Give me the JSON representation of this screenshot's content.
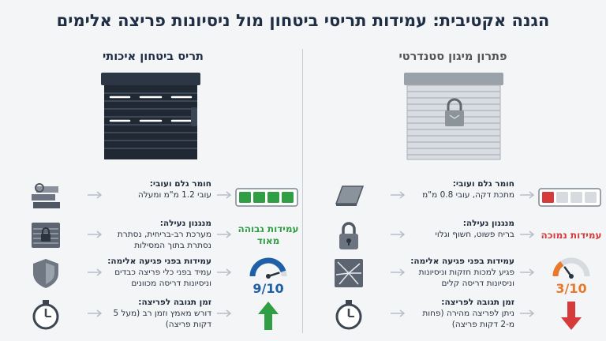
{
  "title": "הגנה אקטיבית: עמידות תריסי ביטחון מול ניסיונות פריצה אלימים",
  "left": {
    "heading": "תריס ביטחון איכותי",
    "rows": [
      {
        "label": "חומר גלם ועובי:",
        "detail": "עובי 1.2 מ\"מ ומעלה",
        "icon": "steel-beams-icon",
        "metric_type": "thickness-bar",
        "filled_segments": 4,
        "total_segments": 4,
        "metric_color": "#2f9e44"
      },
      {
        "label": "מנגנון נעילה:",
        "detail": "מערכת רב-בריחית, נסתרת נסתרת בתוך המסילות",
        "icon": "locked-shutter-icon",
        "metric_type": "text",
        "metric_text": "עמידות גבוהה מאוד",
        "metric_color": "#2f9e44"
      },
      {
        "label": "עמידות בפני פגיעה אלימה:",
        "detail": "עמיד בפני כלי פריצה כבדים וניסיונות דריסה מכוונים",
        "icon": "shield-icon",
        "metric_type": "gauge",
        "gauge_value": 0.9,
        "score": "9/10",
        "metric_color": "#1f5fa8"
      },
      {
        "label": "זמן תגובה לפריצה:",
        "detail": "דורש מאמץ וזמן רב (מעל 5 דקות פריצה)",
        "icon": "stopwatch-icon",
        "metric_type": "arrow-up",
        "metric_color": "#2f9e44"
      }
    ]
  },
  "right": {
    "heading": "פתרון מיגון סטנדרטי",
    "rows": [
      {
        "label": "חומר גלם ועובי:",
        "detail": "מתכת דקה, עובי 0.8 מ\"מ",
        "icon": "thin-sheet-icon",
        "metric_type": "thickness-bar",
        "filled_segments": 1,
        "total_segments": 4,
        "metric_color": "#d63b3b"
      },
      {
        "label": "מנגנון נעילה:",
        "detail": "בריח פשוט, חשוף וגלוי",
        "icon": "padlock-icon",
        "metric_type": "text",
        "metric_text": "עמידות נמוכה",
        "metric_color": "#d63b3b"
      },
      {
        "label": "עמידות בפני פגיעה אלימה:",
        "detail": "פגיע למכות חזקות וניסיונות וניסיונות דריסה קלים",
        "icon": "cracked-panel-icon",
        "metric_type": "gauge",
        "gauge_value": 0.3,
        "score": "3/10",
        "metric_color": "#e8792b"
      },
      {
        "label": "זמן תגובה לפריצה:",
        "detail": "ניתן לפריצה מהירה (פחות מ-2 דקות פריצה)",
        "icon": "stopwatch-icon",
        "metric_type": "arrow-down",
        "metric_color": "#d63b3b"
      }
    ]
  }
}
